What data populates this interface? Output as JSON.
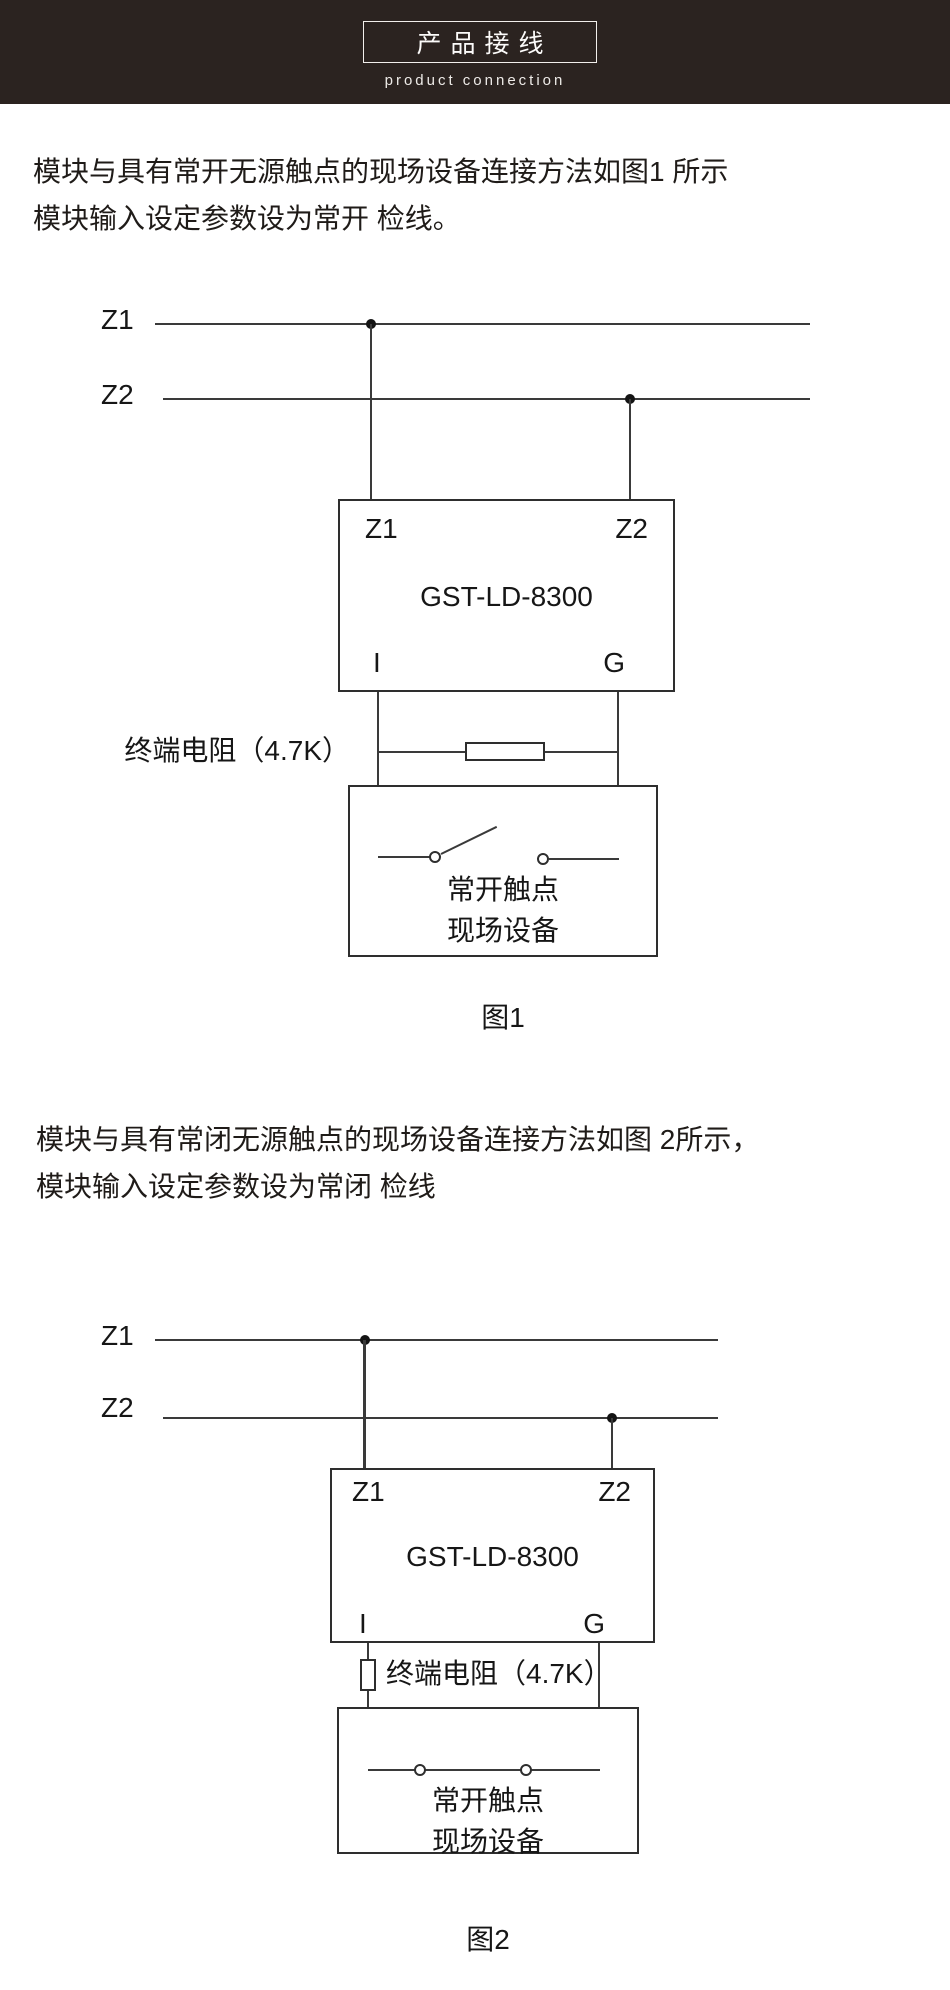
{
  "header": {
    "title": "产品接线",
    "subtitle": "product connection",
    "bg_color": "#2b2320",
    "border_color": "#f2efec",
    "text_color": "#fcfbfa"
  },
  "intro1": {
    "line1": "模块与具有常开无源触点的现场设备连接方法如图1 所示",
    "line2": "模块输入设定参数设为常开 检线。"
  },
  "intro2": {
    "line1": "模块与具有常闭无源触点的现场设备连接方法如图 2所示，",
    "line2": "模块输入设定参数设为常闭 检线"
  },
  "figure1": {
    "bus_z1": "Z1",
    "bus_z2": "Z2",
    "module": {
      "terminal_z1": "Z1",
      "terminal_z2": "Z2",
      "name": "GST-LD-8300",
      "terminal_i": "I",
      "terminal_g": "G"
    },
    "resistor_label": "终端电阻（4.7K）",
    "device_line1": "常开触点",
    "device_line2": "现场设备",
    "caption": "图1"
  },
  "figure2": {
    "bus_z1": "Z1",
    "bus_z2": "Z2",
    "module": {
      "terminal_z1": "Z1",
      "terminal_z2": "Z2",
      "name": "GST-LD-8300",
      "terminal_i": "I",
      "terminal_g": "G"
    },
    "resistor_label": "终端电阻（4.7K）",
    "device_line1": "常开触点",
    "device_line2": "现场设备",
    "caption": "图2"
  },
  "colors": {
    "stroke": "#3a3a3a",
    "text": "#161616",
    "page_bg": "#ffffff"
  }
}
